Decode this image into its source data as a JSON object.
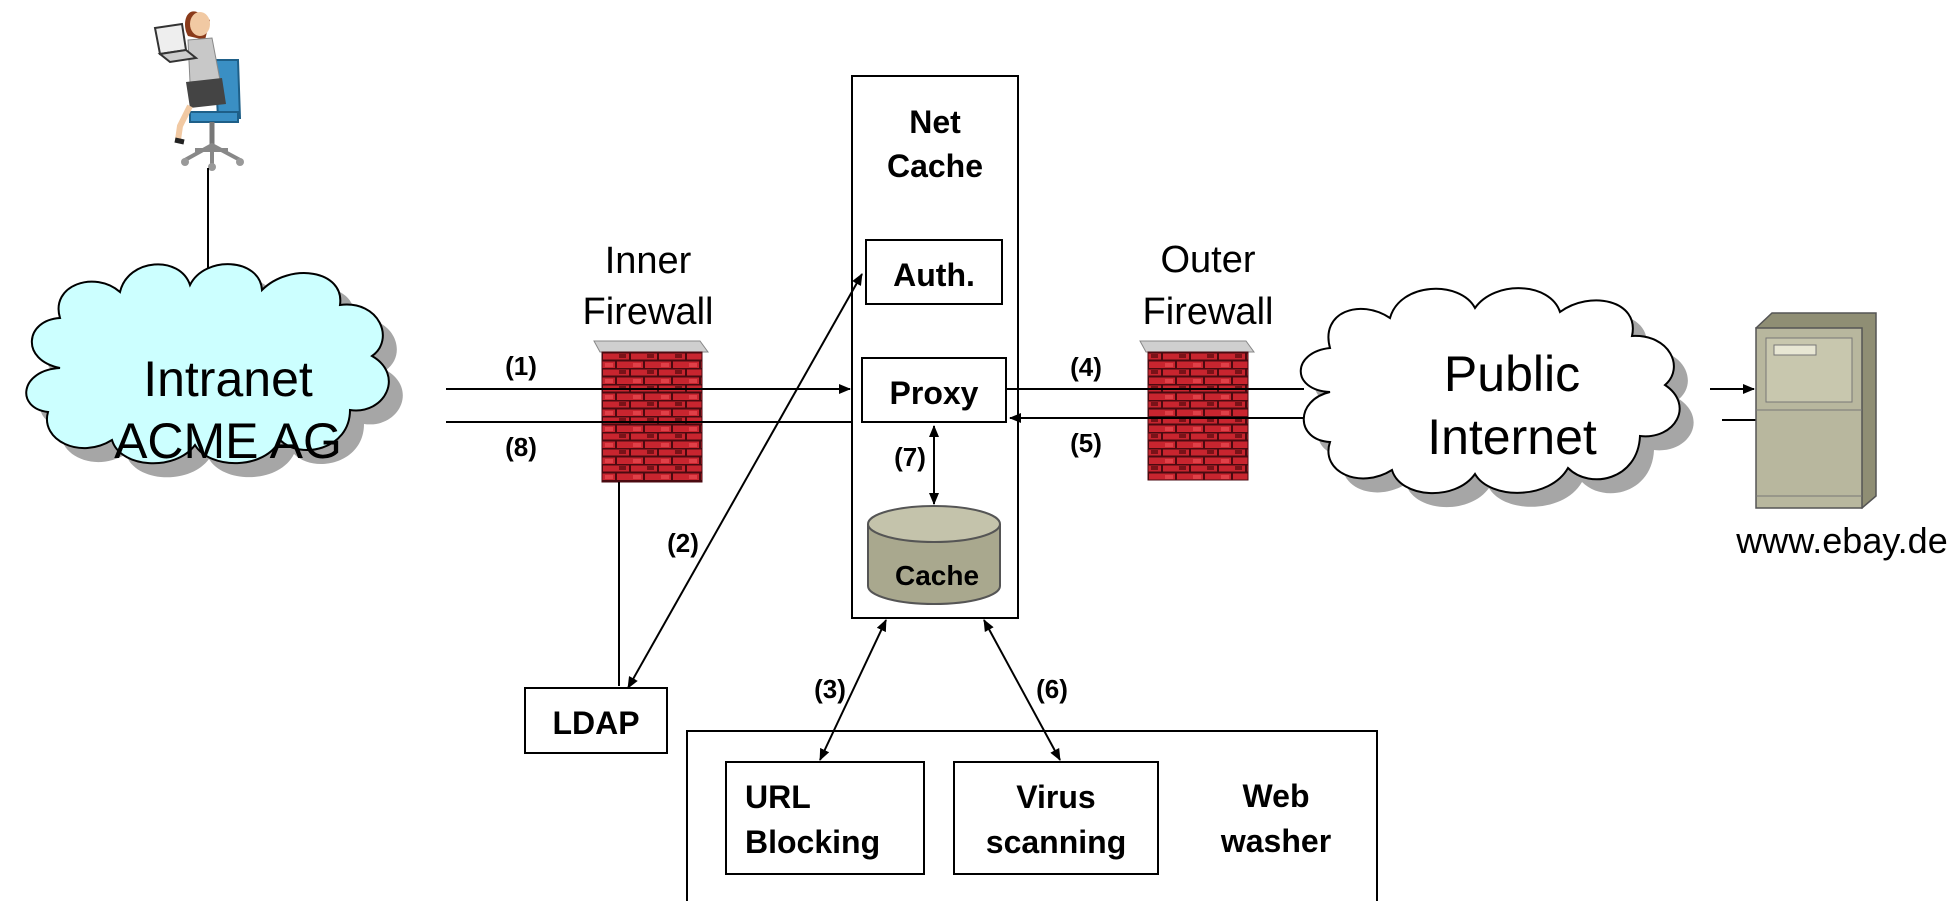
{
  "nodes": {
    "intranet": [
      "Intranet",
      "ACME AG"
    ],
    "inner_firewall": [
      "Inner",
      "Firewall"
    ],
    "net_cache": [
      "Net",
      "Cache"
    ],
    "auth": "Auth.",
    "proxy": "Proxy",
    "cache": "Cache",
    "outer_firewall": [
      "Outer",
      "Firewall"
    ],
    "public_internet": [
      "Public",
      "Internet"
    ],
    "server": "www.ebay.de",
    "ldap": "LDAP",
    "url_blocking": [
      "URL",
      "Blocking"
    ],
    "virus_scanning": [
      "Virus",
      "scanning"
    ],
    "web_washer": [
      "Web",
      "washer"
    ]
  },
  "steps": [
    "(1)",
    "(2)",
    "(3)",
    "(4)",
    "(5)",
    "(6)",
    "(7)",
    "(8)"
  ],
  "colors": {
    "intranet_cloud": "#ccffff",
    "internet_cloud": "#ffffff",
    "cloud_shadow": "#a6a6a6",
    "brick": "#c8252f",
    "brick_dark": "#5a0f14",
    "wall_cap": "#cfcfcf",
    "cache_disk": "#c4c3ab",
    "server": "#b8b79e"
  },
  "icons": [
    "user-at-computer-icon",
    "server-tower-icon",
    "firewall-brick-icon",
    "database-cylinder-icon",
    "cloud-icon"
  ]
}
